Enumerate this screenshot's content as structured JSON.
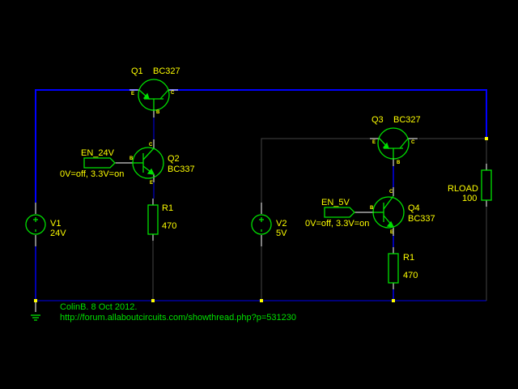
{
  "components": {
    "q1": {
      "ref": "Q1",
      "part": "BC327"
    },
    "q2": {
      "ref": "Q2",
      "part": "BC337"
    },
    "q3": {
      "ref": "Q3",
      "part": "BC327"
    },
    "q4": {
      "ref": "Q4",
      "part": "BC337"
    },
    "r1a": {
      "ref": "R1",
      "value": "470"
    },
    "r1b": {
      "ref": "R1",
      "value": "470"
    },
    "rload": {
      "ref": "RLOAD",
      "value": "100"
    },
    "v1": {
      "ref": "V1",
      "value": "24V"
    },
    "v2": {
      "ref": "V2",
      "value": "5V"
    },
    "en24": {
      "name": "EN_24V",
      "note": "0V=off, 3.3V=on"
    },
    "en5": {
      "name": "EN_5V",
      "note": "0V=off, 3.3V=on"
    }
  },
  "pins": {
    "e": "E",
    "c": "C",
    "b": "B"
  },
  "notes": {
    "author": "ColinB. 8 Oct 2012.",
    "url": "http://forum.allaboutcircuits.com/showthread.php?p=531230"
  },
  "colors": {
    "wire": "#0000ff",
    "part": "#00e000",
    "label": "#ffff00",
    "stub": "#ffffff"
  }
}
